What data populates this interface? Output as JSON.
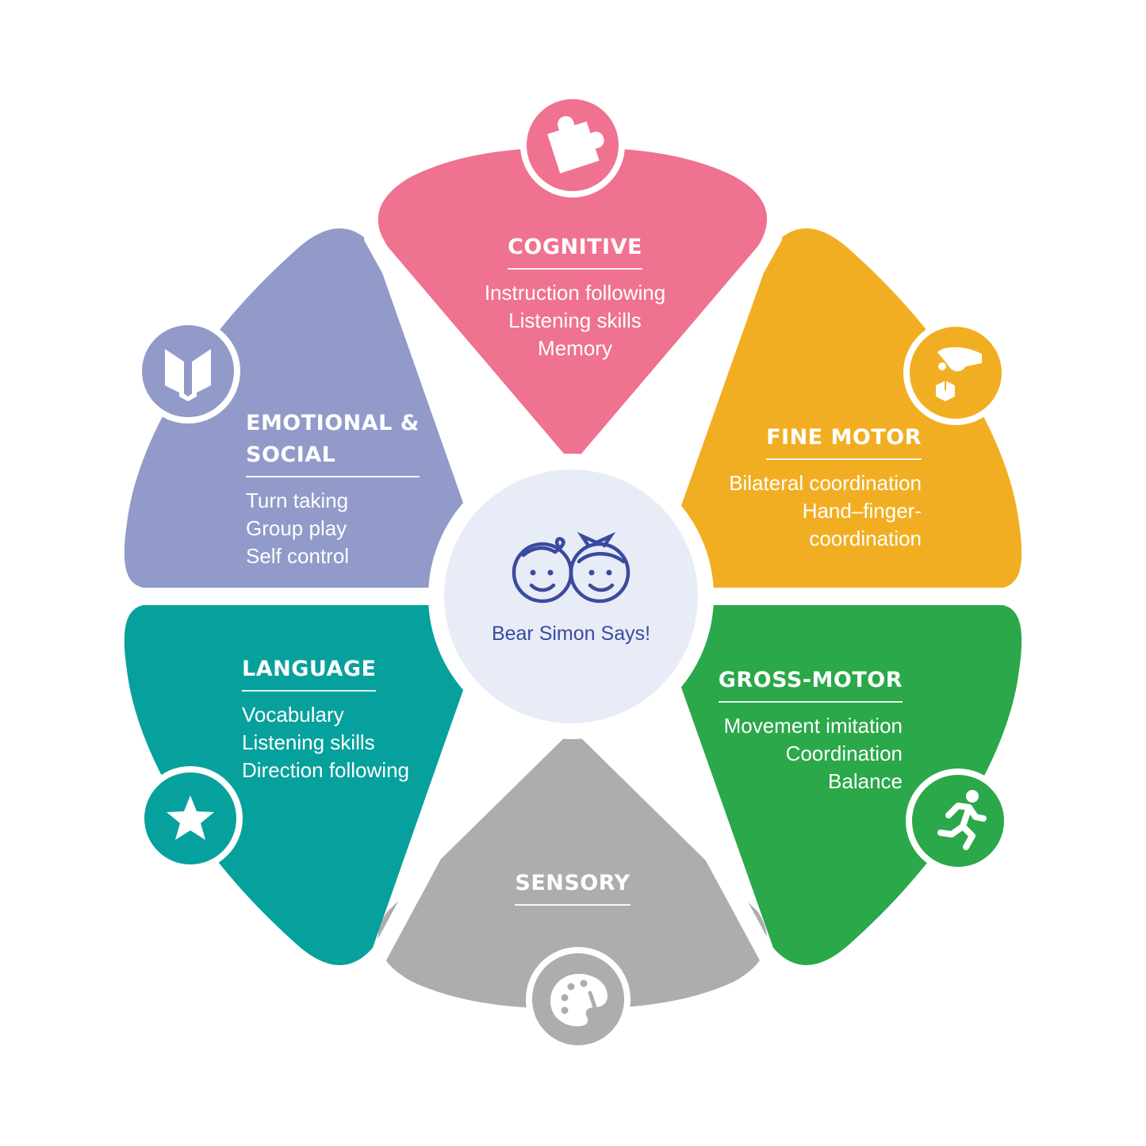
{
  "diagram": {
    "colors": {
      "cognitive": "#ef7290",
      "fine_motor": "#f2ae22",
      "gross_motor": "#2aa84a",
      "sensory": "#adadad",
      "language": "#07a19d",
      "emotional_social": "#919ac9",
      "hub_fill": "#e8ecf7",
      "hub_ink": "#3a4a9e"
    },
    "center": {
      "label": "Bear Simon Says!",
      "icon": "kids-faces-icon"
    },
    "segments": [
      {
        "key": "cognitive",
        "title": "COGNITIVE",
        "items": [
          "Instruction following",
          "Listening skills",
          "Memory"
        ],
        "icon": "puzzle-icon"
      },
      {
        "key": "fine_motor",
        "title": "FINE MOTOR",
        "items": [
          "Bilateral coordination",
          "Hand–finger-",
          "coordination"
        ],
        "icon": "hand-pick-icon"
      },
      {
        "key": "gross_motor",
        "title": "GROSS-MOTOR",
        "items": [
          "Movement imitation",
          "Coordination",
          "Balance"
        ],
        "icon": "running-person-icon"
      },
      {
        "key": "sensory",
        "title": "SENSORY",
        "items": [],
        "icon": "palette-icon"
      },
      {
        "key": "language",
        "title": "LANGUAGE",
        "items": [
          "Vocabulary",
          "Listening skills",
          "Direction following"
        ],
        "icon": "star-icon"
      },
      {
        "key": "emotional_social",
        "title": "EMOTIONAL &\nSOCIAL",
        "items": [
          "Turn taking",
          "Group play",
          "Self control"
        ],
        "icon": "book-icon"
      }
    ]
  }
}
